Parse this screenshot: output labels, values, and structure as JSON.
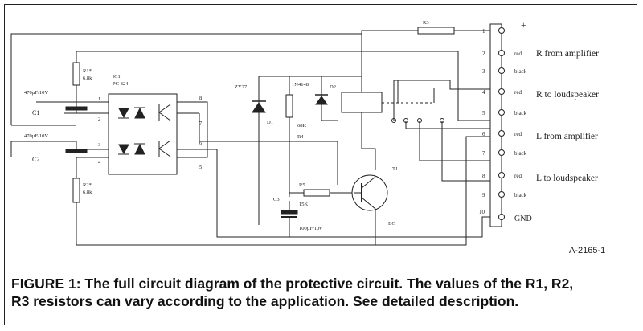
{
  "figure": {
    "id_label": "A-2165-1",
    "caption_line1": "FIGURE 1: The full circuit diagram of the protective circuit. The values of the R1, R2,",
    "caption_line2": "R3 resistors can vary according to the application. See detailed description."
  },
  "components": {
    "c1_rating": "470µF/10V",
    "c1_name": "C1",
    "c2_rating": "470µF/10V",
    "c2_name": "C2",
    "r1_name": "R1*",
    "r1_value": "6.8k",
    "r2_name": "R2*",
    "r2_value": "6.8k",
    "ic1_name": "IC1",
    "ic1_part": "PC 824",
    "zener_label": "ZY27",
    "d1_label": "D1",
    "diode_label": "1N4148",
    "d2_label": "D2",
    "r4_value": "68K",
    "r4_name": "R4",
    "r5_name": "R5",
    "r5_value": "15K",
    "c3_name": "C3",
    "c3_value": "100µF/10v",
    "t1_name": "T1",
    "t1_part": "BC",
    "r3_name": "R3",
    "polarity_plus": "+",
    "ic_pins": [
      "1",
      "2",
      "3",
      "4",
      "5",
      "6",
      "7",
      "8"
    ]
  },
  "connectors": [
    {
      "num": "1",
      "color": "",
      "text": ""
    },
    {
      "num": "2",
      "color": "red",
      "text": "R  from amplifier"
    },
    {
      "num": "3",
      "color": "black",
      "text": ""
    },
    {
      "num": "4",
      "color": "red",
      "text": "R  to loudspeaker"
    },
    {
      "num": "5",
      "color": "black",
      "text": ""
    },
    {
      "num": "6",
      "color": "red",
      "text": "L  from amplifier"
    },
    {
      "num": "7",
      "color": "black",
      "text": ""
    },
    {
      "num": "8",
      "color": "red",
      "text": "L  to loudspeaker"
    },
    {
      "num": "9",
      "color": "black",
      "text": ""
    },
    {
      "num": "10",
      "color": "",
      "text": "GND"
    }
  ]
}
